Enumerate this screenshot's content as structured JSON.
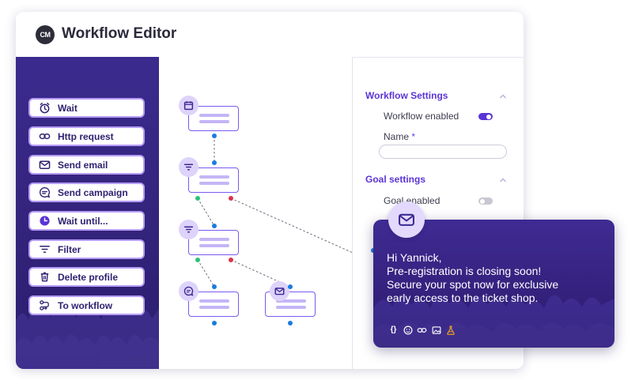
{
  "app": {
    "logo_text": "CM",
    "title": "Workflow Editor"
  },
  "sidebar": {
    "items": [
      {
        "label": "Wait",
        "icon": "alarm-clock-icon"
      },
      {
        "label": "Http request",
        "icon": "link-icon"
      },
      {
        "label": "Send email",
        "icon": "envelope-icon"
      },
      {
        "label": "Send campaign",
        "icon": "chat-bubble-icon"
      },
      {
        "label": "Wait until...",
        "icon": "clock-icon"
      },
      {
        "label": "Filter",
        "icon": "filter-icon"
      },
      {
        "label": "Delete profile",
        "icon": "trash-icon"
      },
      {
        "label": "To workflow",
        "icon": "workflow-icon"
      }
    ]
  },
  "canvas": {
    "nodes": [
      {
        "icon": "calendar-icon"
      },
      {
        "icon": null
      },
      {
        "icon": "filter-icon"
      },
      {
        "icon": "chat-bubble-icon"
      },
      {
        "icon": "envelope-icon"
      }
    ]
  },
  "settings": {
    "workflow_section": {
      "title": "Workflow Settings",
      "enabled_label": "Workflow enabled",
      "enabled": true,
      "name_label": "Name",
      "name_required_mark": "*",
      "name_value": ""
    },
    "goal_section": {
      "title": "Goal settings",
      "enabled_label": "Goal enabled",
      "enabled": false
    }
  },
  "message_preview": {
    "lines": [
      "Hi Yannick,",
      "Pre-registration is closing soon!",
      "Secure your spot now for exclusive",
      "early access to the ticket shop."
    ],
    "toolbar": {
      "variables_label": "{}",
      "icons": [
        "variables-icon",
        "emoji-icon",
        "link-icon",
        "image-icon",
        "test-flask-icon"
      ]
    }
  },
  "colors": {
    "accent": "#5b34d6",
    "sidebar_bg": "#35257f",
    "node_border": "#7a5af0",
    "connector_blue": "#1a7be0",
    "connector_green": "#2cc07a",
    "connector_red": "#d8344a",
    "flask": "#f0a020"
  }
}
